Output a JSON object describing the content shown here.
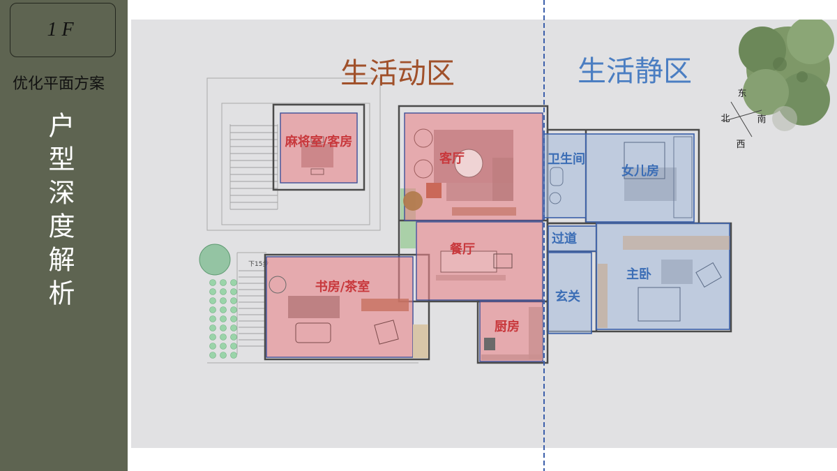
{
  "sidebar": {
    "floor_label": "1F",
    "subtitle": "优化平面方案",
    "vertical_title": "户型深度解析"
  },
  "zones": {
    "active_zone": "生活动区",
    "quiet_zone": "生活静区"
  },
  "rooms": {
    "mahjong_guest": "麻将室/客房",
    "living": "客厅",
    "dining": "餐厅",
    "study_tea": "书房/茶室",
    "kitchen": "厨房",
    "bathroom": "卫生间",
    "daughter_bedroom": "女儿房",
    "corridor": "过道",
    "foyer": "玄关",
    "master_bedroom": "主卧"
  },
  "compass": {
    "east": "东",
    "north": "北",
    "south": "南",
    "west": "西"
  },
  "annotations": {
    "stairs_note": "下15步"
  },
  "colors": {
    "sidebar": "#5e6451",
    "plan_background": "#e1e1e3",
    "active_zone_title": "#a0502a",
    "quiet_zone_title": "#4b7ec2",
    "active_room_fill": "#e8868a",
    "quiet_room_fill": "#a9bcdb",
    "active_label": "#c8383c",
    "quiet_label": "#3b6db5",
    "divider": "#3b5eaa"
  }
}
